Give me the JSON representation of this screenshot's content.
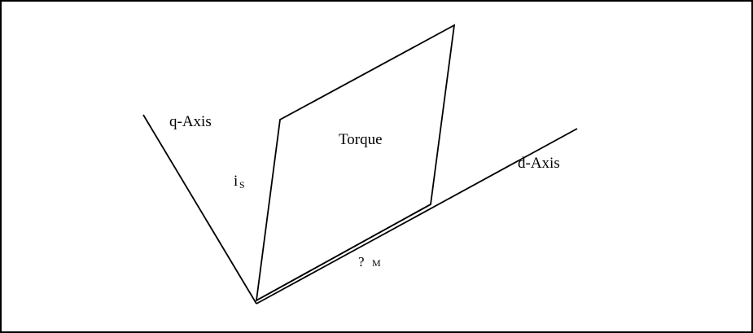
{
  "diagram": {
    "labels": {
      "q_axis": "q-Axis",
      "d_axis": "d-Axis",
      "torque": "Torque",
      "stator_current_main": "i",
      "stator_current_sub": "S",
      "flux_symbol": "?",
      "flux_sub": "M"
    },
    "colors": {
      "line": "#000000",
      "background": "#ffffff",
      "border": "#000000"
    }
  }
}
